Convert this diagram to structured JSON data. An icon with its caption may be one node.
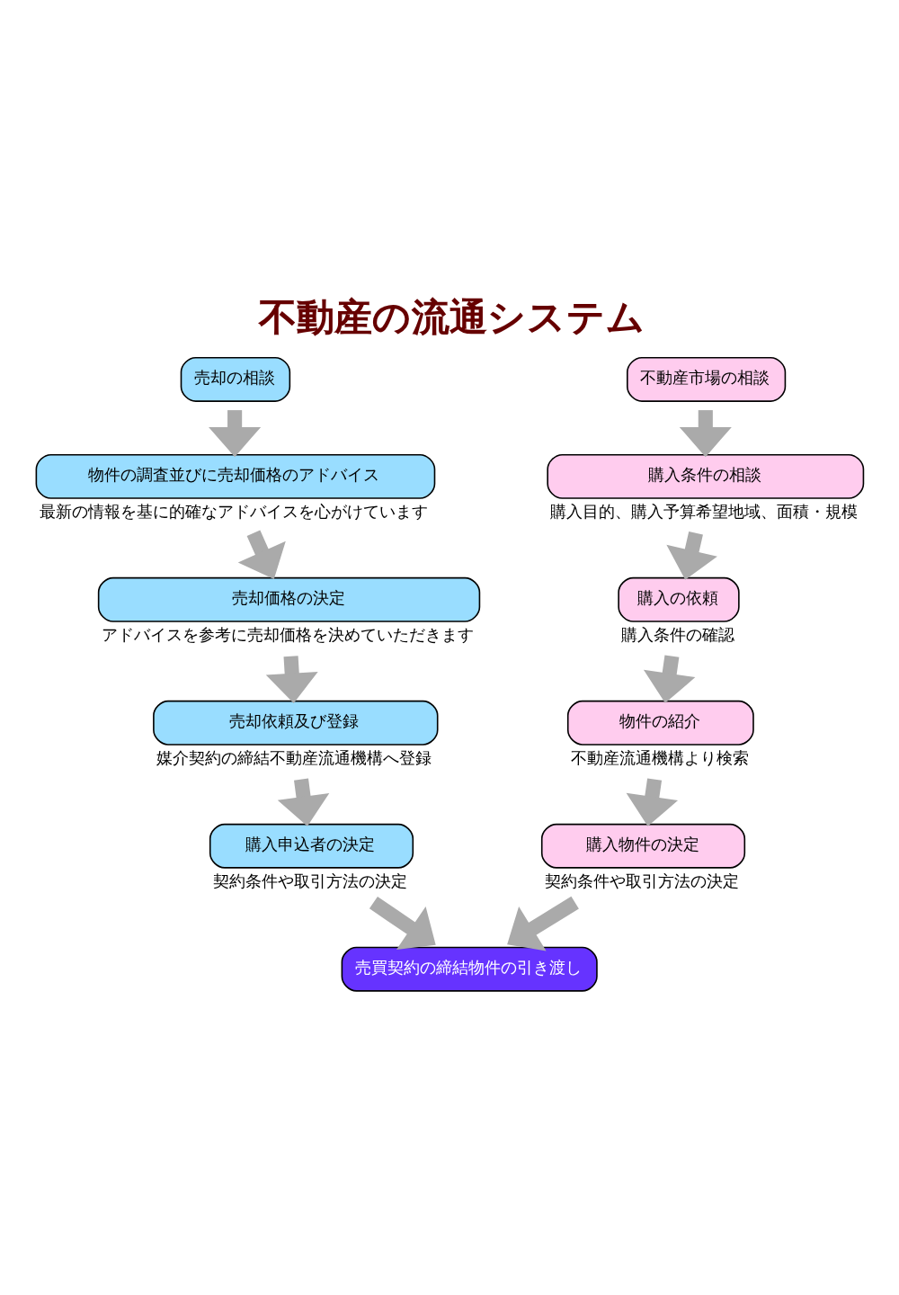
{
  "diagram": {
    "title": "不動産の流通システム",
    "nodes": [
      {
        "text": [
          "売却の相談"
        ]
      },
      {
        "text": [
          "不動産市場の相談"
        ]
      },
      {
        "text": [
          "物件の調査並びに売却価格のアドバイス"
        ],
        "beside": [
          "最新の情報を基に的確なアドバイスを心がけています"
        ]
      },
      {
        "text": [
          "売却価格の決定"
        ],
        "beside": [
          "アドバイスを参考に売却価格を決めていただきます"
        ]
      },
      {
        "text": [
          "売却依頼及び登録"
        ],
        "beside": [
          "媒介契約の締結不動産流通機構へ登録"
        ]
      },
      {
        "text": [
          "購入申込者の決定"
        ],
        "beside": [
          "契約条件や取引方法の決定"
        ]
      },
      {
        "text": [
          "購入条件の相談"
        ],
        "beside": [
          "購入目的、購入予算希望地域、面積・規模"
        ]
      },
      {
        "text": [
          "購入の依頼"
        ],
        "beside": [
          "購入条件の確認"
        ]
      },
      {
        "text": [
          "物件の紹介"
        ],
        "beside": [
          "不動産流通機構より検索"
        ]
      },
      {
        "text": [
          "購入物件の決定"
        ],
        "beside": [
          "契約条件や取引方法の決定"
        ]
      },
      {
        "text": [
          "売買契約の締結物件の引き渡し"
        ]
      }
    ],
    "edges": [
      {
        "from": 0,
        "to": 2,
        "arrow": "to"
      },
      {
        "from": 2,
        "to": 3,
        "arrow": "to"
      },
      {
        "from": 3,
        "to": 4,
        "arrow": "to"
      },
      {
        "from": 4,
        "to": 5,
        "arrow": "to"
      },
      {
        "from": 5,
        "to": 10,
        "arrow": "to"
      },
      {
        "from": 1,
        "to": 6,
        "arrow": "to"
      },
      {
        "from": 6,
        "to": 7,
        "arrow": "to"
      },
      {
        "from": 7,
        "to": 8,
        "arrow": "to"
      },
      {
        "from": 8,
        "to": 9,
        "arrow": "to"
      },
      {
        "from": 9,
        "to": 10,
        "arrow": "to"
      }
    ]
  }
}
